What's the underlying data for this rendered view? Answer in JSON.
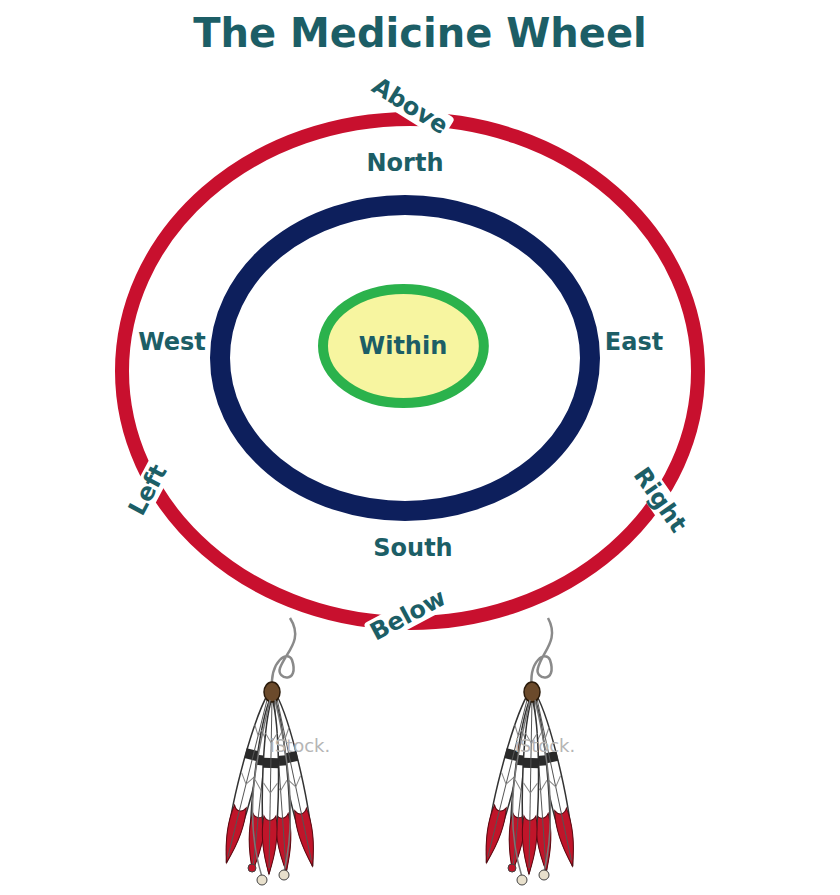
{
  "diagram": {
    "title": "The Medicine Wheel",
    "nodes": [
      {
        "text": [
          "Above",
          "Left",
          "Right",
          "Below"
        ]
      },
      {
        "text": [
          "North",
          "West",
          "East",
          "South"
        ],
        "in": 0
      },
      {
        "text": [
          "Within"
        ],
        "in": 1
      }
    ],
    "labels": [
      "iStock.",
      "iStock."
    ]
  }
}
